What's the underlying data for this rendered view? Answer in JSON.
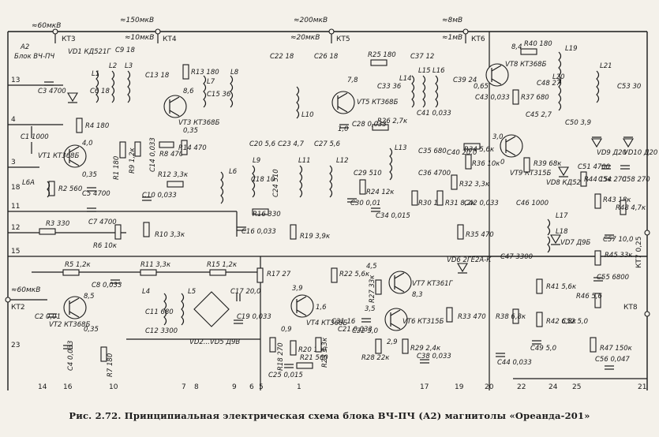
{
  "caption": "Рис. 2.72. Принципиальная электрическая схема блока ВЧ-ПЧ (А2) магнитолы «Ореанда-201»",
  "block": {
    "name": "А2",
    "subtitle": "Блок ВЧ-ПЧ"
  },
  "levels": [
    "≈60мкВ",
    "≈150мкВ",
    "≈10мкВ",
    "≈200мкВ",
    "≈20мкВ",
    "≈8мВ",
    "≈1мВ",
    "≈60мкВ"
  ],
  "test_points": [
    "КТ3",
    "КТ4",
    "КТ5",
    "КТ6",
    "КТ2",
    "КТ7 0,25",
    "КТ8"
  ],
  "pins": [
    "13",
    "4",
    "3",
    "18",
    "11",
    "12",
    "15",
    "23",
    "14",
    "16",
    "10",
    "7",
    "8",
    "9",
    "6",
    "5",
    "1",
    "17",
    "19",
    "20",
    "22",
    "24",
    "25",
    "21"
  ],
  "transistors": [
    "VT1 КТ368Б",
    "VT2 КТ368Б",
    "VT3 КТ368Б",
    "VT4 КТ368Б",
    "VT5 КТ368Б",
    "VT6 КТ315Б",
    "VT7 КТ361Г",
    "VT8 КТ368Б",
    "VT9 КТ315Б"
  ],
  "diodes": [
    "VD1 КД521Г",
    "VD2...VD5 Д9В",
    "VD6 2ГЕ2А-К",
    "VD7 Д9Б",
    "VD8 КД521Г",
    "VD9 Д20",
    "VD10 Д20"
  ],
  "resistors": [
    "R1 180",
    "R2 560",
    "R3 330",
    "R4 180",
    "R5 1,2к",
    "R6 10к",
    "R7 180",
    "R8 470",
    "R9 1,2к",
    "R10 3,3к",
    "R11 3,3к",
    "R12 3,3к",
    "R13 180",
    "R14 470",
    "R15 1,2к",
    "R16 330",
    "R17 27",
    "R18 270",
    "R19 3,9к",
    "R20 100",
    "R21 560",
    "R22 5,6к",
    "R23 3,3к",
    "R24 12к",
    "R25 180",
    "R26 2,7к",
    "R27 33к",
    "R28 22к",
    "R29 2,4к",
    "R30 1к",
    "R31 8,2к",
    "R32 3,3к",
    "R33 470",
    "R34 5,6к",
    "R35 470",
    "R36 10к",
    "R37 680",
    "R38 6,8к",
    "R39 68к",
    "R40 180",
    "R41 5,6к",
    "R42 6,8к",
    "R43 18к",
    "R44 15к",
    "R45 33к",
    "R46 5,6",
    "R47 150к",
    "R48 4,7к"
  ],
  "capacitors": [
    "C1 1000",
    "C2 0,01",
    "C3 4700",
    "C4 0,033",
    "C5 4700",
    "C6 18",
    "C7 4700",
    "C8 0,033",
    "C9 18",
    "C10 0,033",
    "C11 680",
    "C12 3300",
    "C13 18",
    "C14 0,033",
    "C15 36",
    "C16 0,033",
    "C17 20,0",
    "C18 10",
    "C19 0,033",
    "C20 5,6",
    "C21 0,033",
    "C22 18",
    "C23 4,7",
    "C24 510",
    "C25 0,015",
    "C26 18",
    "C27 5,6",
    "C28 0,033",
    "C29 510",
    "C30 0,01",
    "C31 16",
    "C32 5,0",
    "C33 36",
    "C34 0,015",
    "C35 680",
    "C36 4700",
    "C37 12",
    "C38 0,033",
    "C39 24",
    "C40 20,0",
    "C41 0,033",
    "C42 0,033",
    "C43 0,033",
    "C44 0,033",
    "C45 2,7",
    "C46 1000",
    "C47 3300",
    "C48 27",
    "C49 5,0",
    "C50 3,9",
    "C51 4700",
    "C52 5,0",
    "C53 30",
    "C54 270",
    "C55 6800",
    "C56 0,047",
    "C57 10,0",
    "C58 270"
  ],
  "inductors": [
    "L1",
    "L2",
    "L3",
    "L4",
    "L5",
    "L6",
    "L7",
    "L8",
    "L9",
    "L10",
    "L11",
    "L12",
    "L13",
    "L14",
    "L15",
    "L16",
    "L17",
    "L18",
    "L19",
    "L20",
    "L21",
    "L6А"
  ],
  "voltages": [
    "4,0",
    "0,35",
    "8,5",
    "0,35",
    "8,6",
    "0,35",
    "7,8",
    "1,0",
    "3,9",
    "0,9",
    "1,6",
    "4,5",
    "3,5",
    "2,9",
    "8,3",
    "3,0",
    "0",
    "0,65",
    "8,4"
  ]
}
